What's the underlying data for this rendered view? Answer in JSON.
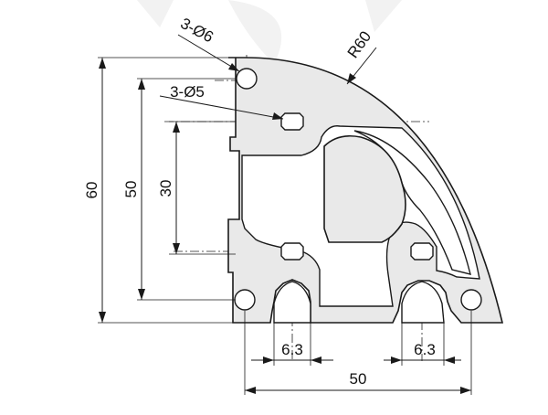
{
  "dimensions": {
    "height_overall": "60",
    "height_holes": "50",
    "height_slots": "30",
    "width_overall": "50",
    "slot_left": "6.3",
    "slot_right": "6.3",
    "radius": "R60",
    "hole_large": "3-Ø6",
    "hole_small": "3-Ø5"
  }
}
